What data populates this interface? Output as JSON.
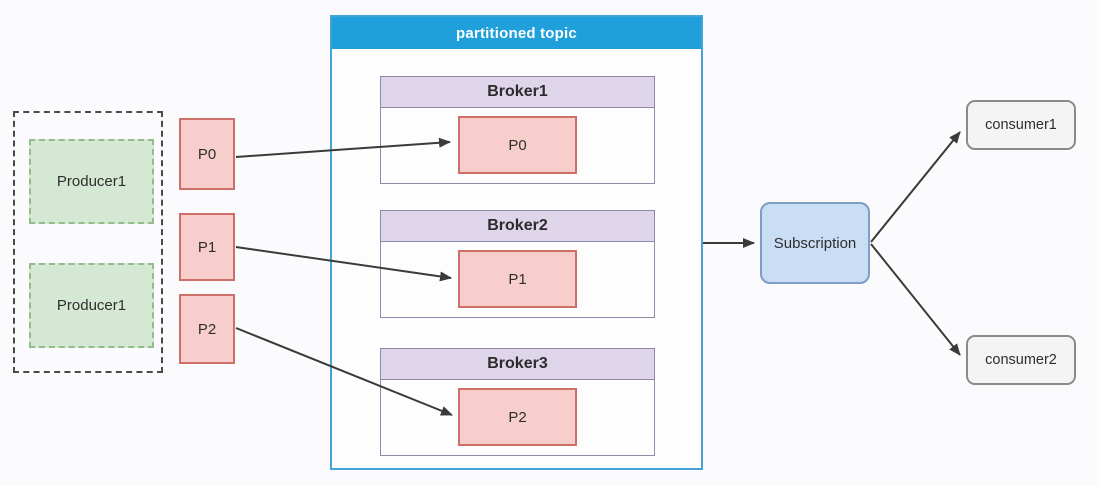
{
  "diagram": {
    "producers_group": {
      "items": [
        {
          "label": "Producer1"
        },
        {
          "label": "Producer1"
        }
      ]
    },
    "source_partitions": [
      {
        "label": "P0"
      },
      {
        "label": "P1"
      },
      {
        "label": "P2"
      }
    ],
    "topic": {
      "title": "partitioned topic",
      "brokers": [
        {
          "name": "Broker1",
          "partition": "P0"
        },
        {
          "name": "Broker2",
          "partition": "P1"
        },
        {
          "name": "Broker3",
          "partition": "P2"
        }
      ]
    },
    "subscription": {
      "label": "Subscription"
    },
    "consumers": [
      {
        "label": "consumer1"
      },
      {
        "label": "consumer2"
      }
    ],
    "colors": {
      "canvas_bg": "#FBFBFD",
      "topic_header_bg": "#1FA0DB",
      "topic_border": "#44A4D9",
      "broker_header_bg": "#DED5EA",
      "broker_border": "#9189A9",
      "partition_fill": "#F8CECC",
      "partition_border": "#CF6F6A",
      "producer_fill": "#D5E8D4",
      "producer_border": "#93BB8B",
      "subscription_fill": "#C9DDF4",
      "subscription_border": "#7E9CC4",
      "consumer_fill": "#F4F4F4",
      "consumer_border": "#8A8A8A",
      "arrow": "#3A3A3A"
    }
  }
}
